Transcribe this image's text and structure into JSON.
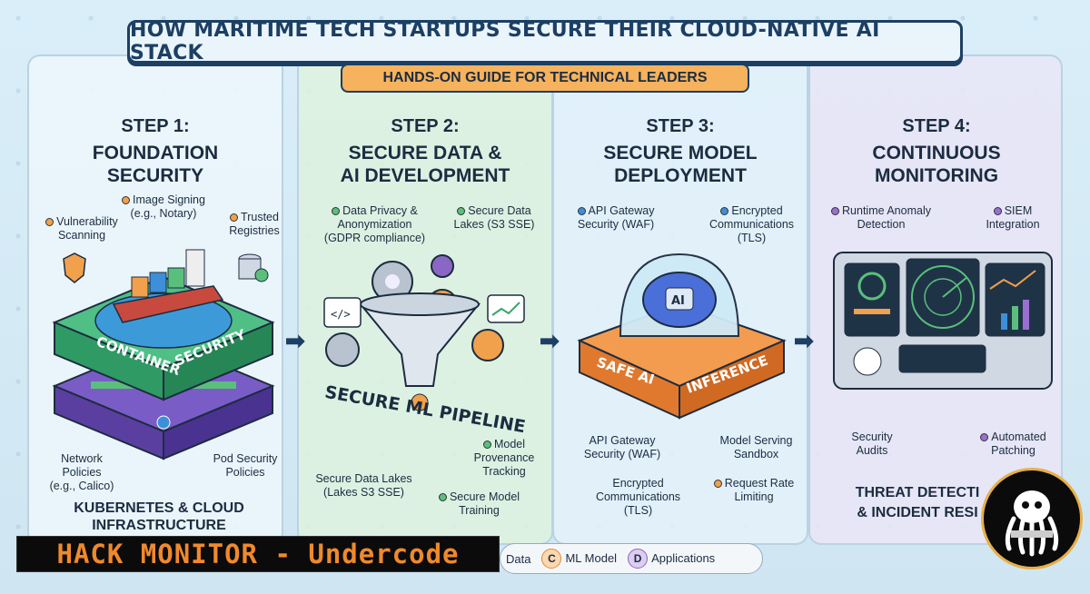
{
  "title": "HOW MARITIME TECH STARTUPS SECURE THEIR CLOUD-NATIVE AI STACK",
  "subtitle": "HANDS-ON GUIDE FOR TECHNICAL LEADERS",
  "steps": [
    {
      "number": "STEP 1:",
      "name_line1": "FOUNDATION",
      "name_line2": "SECURITY",
      "labels": {
        "image_signing": "Image Signing\n(e.g., Notary)",
        "vulnerability": "Vulnerability\nScanning",
        "trusted": "Trusted\nRegistries",
        "network": "Network\nPolicies\n(e.g., Calico)",
        "pod": "Pod Security\nPolicies"
      },
      "platform_text_a": "CONTAINER",
      "platform_text_b": "SECURITY",
      "footer_line1": "KUBERNETES & CLOUD",
      "footer_line2": "INFRASTRUCTURE"
    },
    {
      "number": "STEP 2:",
      "name_line1": "SECURE DATA &",
      "name_line2": "AI DEVELOPMENT",
      "labels": {
        "privacy": "Data Privacy &\nAnonymization\n(GDPR compliance)",
        "lakes_top": "Secure Data\nLakes (S3 SSE)",
        "lakes_bottom": "Secure Data Lakes\n(Lakes S3 SSE)",
        "provenance": "Model\nProvenance\nTracking",
        "training": "Secure Model\nTraining"
      },
      "pipeline_text": "SECURE ML PIPELINE"
    },
    {
      "number": "STEP 3:",
      "name_line1": "SECURE MODEL",
      "name_line2": "DEPLOYMENT",
      "labels": {
        "gateway_top": "API Gateway\nSecurity (WAF)",
        "encrypted_top": "Encrypted\nCommunications\n(TLS)",
        "gateway_bottom": "API Gateway\nSecurity (WAF)",
        "encrypted_bottom": "Encrypted\nCommunications\n(TLS)",
        "sandbox": "Model Serving\nSandbox",
        "rate": "Request Rate\nLimiting"
      },
      "chip_text": "AI",
      "platform_text_a": "SAFE AI",
      "platform_text_b": "INFERENCE"
    },
    {
      "number": "STEP 4:",
      "name_line1": "CONTINUOUS",
      "name_line2": "MONITORING",
      "labels": {
        "runtime": "Runtime Anomaly\nDetection",
        "siem": "SIEM\nIntegration",
        "audits": "Security\nAudits",
        "patching": "Automated\nPatching"
      },
      "footer_line1": "THREAT DETECTI",
      "footer_line2": "& INCIDENT RESI"
    }
  ],
  "watermark": "HACK MONITOR - Undercode",
  "legend": {
    "a_label": "Data",
    "c_letter": "C",
    "c_label": "ML Model",
    "d_letter": "D",
    "d_label": "Applications"
  },
  "colors": {
    "navy": "#1c3f63",
    "orange": "#f6b25c",
    "green": "#3aa56a",
    "purple": "#7a5cc6",
    "blue": "#3c8fd8"
  }
}
